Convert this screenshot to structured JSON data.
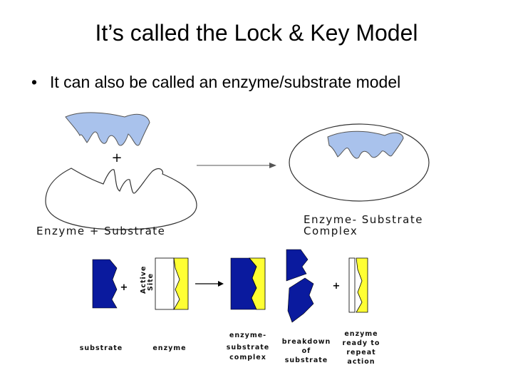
{
  "slide": {
    "title": "It’s called the Lock & Key Model",
    "bullet": "It can also be called an enzyme/substrate model"
  },
  "top_diagram": {
    "plus": "+",
    "left_label": "Enzyme + Substrate",
    "right_label_line1": "Enzyme- Substrate",
    "right_label_line2": "Complex"
  },
  "bottom_diagram": {
    "plus": "+",
    "active_site_line1": "Active",
    "active_site_line2": "Site",
    "labels": {
      "substrate": "substrate",
      "enzyme": "enzyme",
      "complex_line1": "enzyme-",
      "complex_line2": "substrate",
      "complex_line3": "complex",
      "breakdown_line1": "breakdown",
      "breakdown_line2": "of",
      "breakdown_line3": "substrate",
      "ready_line1": "enzyme",
      "ready_line2": "ready to",
      "ready_line3": "repeat",
      "ready_line4": "action"
    }
  },
  "colors": {
    "substrate_fill": "#a9c2ec",
    "dark_blue": "#0a1a9e",
    "enzyme_yellow": "#ffff33"
  }
}
